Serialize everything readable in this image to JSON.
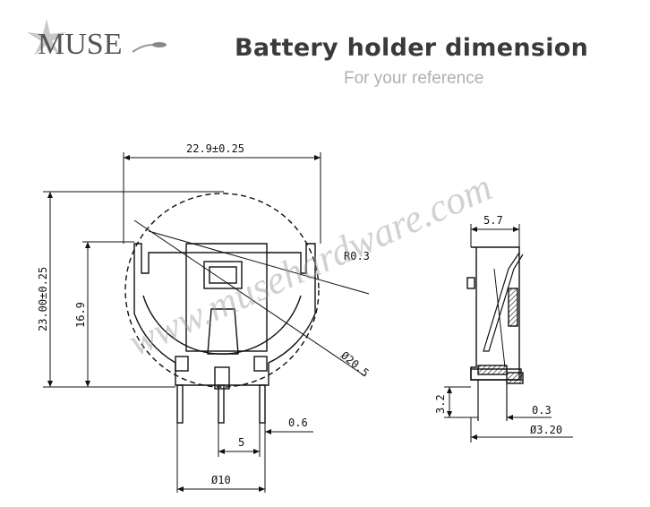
{
  "header": {
    "logo_text": "MUSE",
    "title": "Battery holder dimension",
    "subtitle": "For your reference"
  },
  "watermark": "www.musehardware.com",
  "front_view": {
    "width_dim": "22.9±0.25",
    "height_dim": "23.00±0.25",
    "inner_height_dim": "16.9",
    "radius_dim": "R0.3",
    "diameter_dim": "Ø20.5",
    "pin_thickness_dim": "0.6",
    "pin_spacing_dim": "5",
    "pin_span_dim": "Ø10"
  },
  "side_view": {
    "width_dim": "5.7",
    "height_dim": "3.2",
    "thickness_dim": "0.3",
    "pin_dim": "Ø3.20"
  },
  "colors": {
    "line": "#111111",
    "title": "#3a3a3a",
    "subtitle": "#b0b0b0",
    "watermark": "#9a9a9a"
  }
}
